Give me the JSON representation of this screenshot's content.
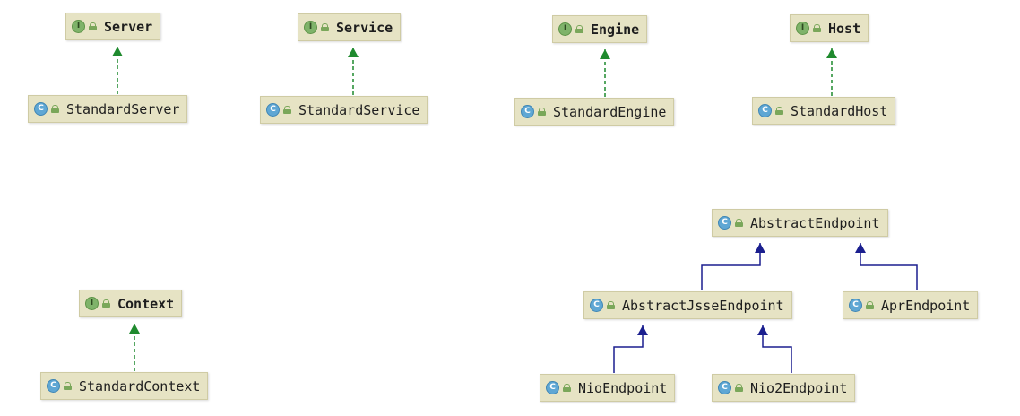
{
  "diagram": {
    "nodes": [
      {
        "id": "server",
        "label": "Server",
        "kind": "interface"
      },
      {
        "id": "standard-server",
        "label": "StandardServer",
        "kind": "class"
      },
      {
        "id": "service",
        "label": "Service",
        "kind": "interface"
      },
      {
        "id": "standard-service",
        "label": "StandardService",
        "kind": "class"
      },
      {
        "id": "engine",
        "label": "Engine",
        "kind": "interface"
      },
      {
        "id": "standard-engine",
        "label": "StandardEngine",
        "kind": "class"
      },
      {
        "id": "host",
        "label": "Host",
        "kind": "interface"
      },
      {
        "id": "standard-host",
        "label": "StandardHost",
        "kind": "class"
      },
      {
        "id": "context",
        "label": "Context",
        "kind": "interface"
      },
      {
        "id": "standard-context",
        "label": "StandardContext",
        "kind": "class"
      },
      {
        "id": "abstract-endpoint",
        "label": "AbstractEndpoint",
        "kind": "class"
      },
      {
        "id": "abstract-jsse-endpoint",
        "label": "AbstractJsseEndpoint",
        "kind": "class"
      },
      {
        "id": "apr-endpoint",
        "label": "AprEndpoint",
        "kind": "class"
      },
      {
        "id": "nio-endpoint",
        "label": "NioEndpoint",
        "kind": "class"
      },
      {
        "id": "nio2-endpoint",
        "label": "Nio2Endpoint",
        "kind": "class"
      }
    ],
    "edges": [
      {
        "from": "standard-server",
        "to": "server",
        "relation": "implements"
      },
      {
        "from": "standard-service",
        "to": "service",
        "relation": "implements"
      },
      {
        "from": "standard-engine",
        "to": "engine",
        "relation": "implements"
      },
      {
        "from": "standard-host",
        "to": "host",
        "relation": "implements"
      },
      {
        "from": "standard-context",
        "to": "context",
        "relation": "implements"
      },
      {
        "from": "abstract-jsse-endpoint",
        "to": "abstract-endpoint",
        "relation": "extends"
      },
      {
        "from": "apr-endpoint",
        "to": "abstract-endpoint",
        "relation": "extends"
      },
      {
        "from": "nio-endpoint",
        "to": "abstract-jsse-endpoint",
        "relation": "extends"
      },
      {
        "from": "nio2-endpoint",
        "to": "abstract-jsse-endpoint",
        "relation": "extends"
      }
    ],
    "badges": {
      "interface": "I",
      "class": "C"
    },
    "colors": {
      "implements": "#1f8a2e",
      "extends": "#1b1f8f",
      "node_fill": "#e6e3c4",
      "interface_badge": "#7fb36a",
      "class_badge": "#5fa7d4"
    }
  }
}
